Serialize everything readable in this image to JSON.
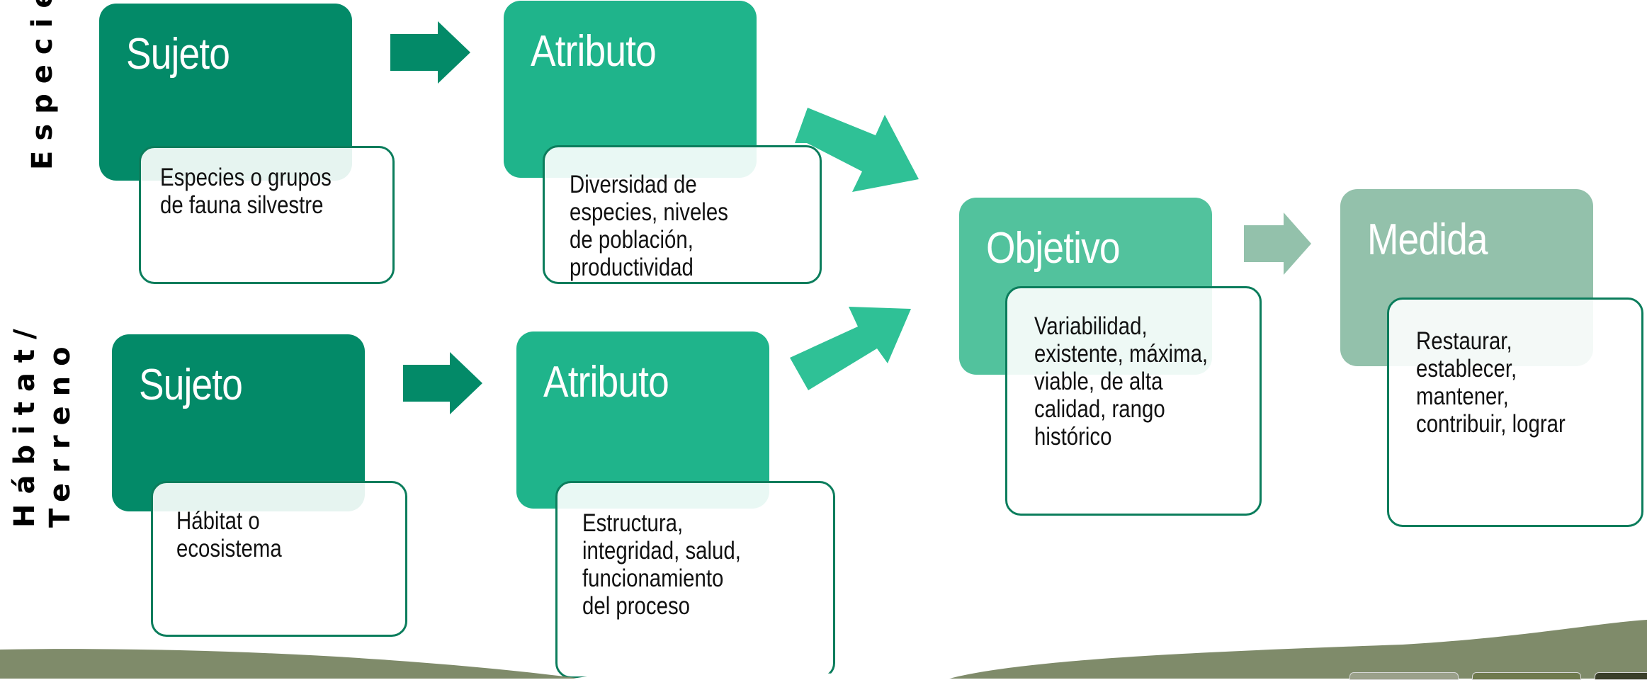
{
  "row_labels": {
    "species": "Especies",
    "habitat_line1": "Hábitat/",
    "habitat_line2": "Terreno"
  },
  "species_row": {
    "subject": {
      "title": "Sujeto",
      "text": "Especies o grupos\nde fauna silvestre"
    },
    "attribute": {
      "title": "Atributo",
      "text": "Diversidad de\nespecies, niveles\nde población,\nproductividad"
    }
  },
  "habitat_row": {
    "subject": {
      "title": "Sujeto",
      "text": "Hábitat o\necosistema"
    },
    "attribute": {
      "title": "Atributo",
      "text": "Estructura,\nintegridad, salud,\nfuncionamiento\ndel proceso"
    }
  },
  "objective": {
    "title": "Objetivo",
    "text": "Variabilidad,\nexistente, máxima,\nviable, de alta\ncalidad, rango\nhistórico"
  },
  "measure": {
    "title": "Medida",
    "text": "Restaurar,\nestablecer,\nmantener,\ncontribuir, lograr"
  },
  "colors": {
    "dark_green": "#038a68",
    "teal": "#1fb48b",
    "light_teal": "#52c29d",
    "sage": "#93c1ab",
    "arrow_teal": "#2fc196",
    "ground": "#7f8b6a"
  },
  "icons": [
    "right-arrow-icon",
    "diagonal-arrow-icon"
  ]
}
